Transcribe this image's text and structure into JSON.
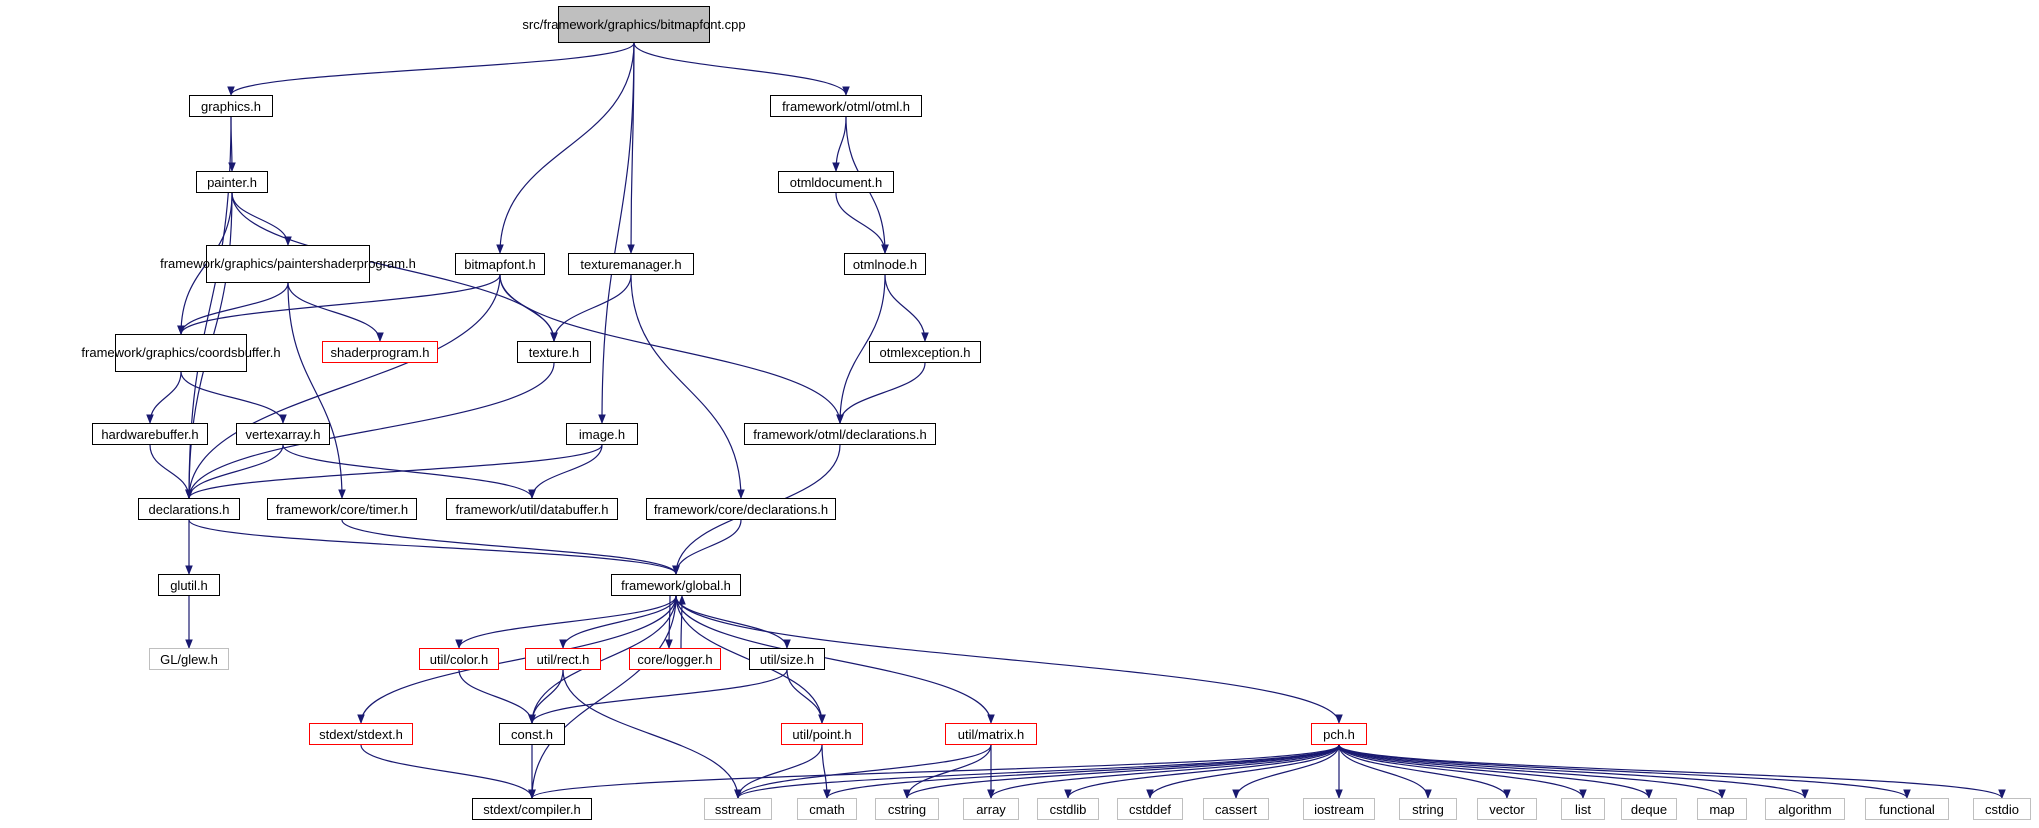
{
  "colors": {
    "edge": "#191970",
    "node_border": "#000000",
    "node_border_red": "#ff0000",
    "node_border_gray": "#bfbfbf",
    "root_fill": "#bfbfbf"
  },
  "nodes": {
    "root": "src/framework/graphics/bitmapfont.cpp",
    "graphics_h": "graphics.h",
    "otml_h": "framework/otml/otml.h",
    "painter_h": "painter.h",
    "otmldocument_h": "otmldocument.h",
    "paintershaderprogram_h": "framework/graphics/paintershaderprogram.h",
    "bitmapfont_h": "bitmapfont.h",
    "texturemanager_h": "texturemanager.h",
    "otmlnode_h": "otmlnode.h",
    "coordsbuffer_h": "framework/graphics/coordsbuffer.h",
    "shaderprogram_h": "shaderprogram.h",
    "texture_h": "texture.h",
    "otmlexception_h": "otmlexception.h",
    "hardwarebuffer_h": "hardwarebuffer.h",
    "vertexarray_h": "vertexarray.h",
    "image_h": "image.h",
    "otml_declarations_h": "framework/otml/declarations.h",
    "declarations_h": "declarations.h",
    "timer_h": "framework/core/timer.h",
    "databuffer_h": "framework/util/databuffer.h",
    "core_declarations_h": "framework/core/declarations.h",
    "glutil_h": "glutil.h",
    "global_h": "framework/global.h",
    "glew_h": "GL/glew.h",
    "color_h": "util/color.h",
    "rect_h": "util/rect.h",
    "logger_h": "core/logger.h",
    "size_h": "util/size.h",
    "stdext_h": "stdext/stdext.h",
    "const_h": "const.h",
    "point_h": "util/point.h",
    "matrix_h": "util/matrix.h",
    "pch_h": "pch.h",
    "compiler_h": "stdext/compiler.h",
    "sstream": "sstream",
    "cmath": "cmath",
    "cstring": "cstring",
    "array": "array",
    "cstdlib": "cstdlib",
    "cstddef": "cstddef",
    "cassert": "cassert",
    "iostream": "iostream",
    "string": "string",
    "vector": "vector",
    "list": "list",
    "deque": "deque",
    "map": "map",
    "algorithm": "algorithm",
    "functional": "functional",
    "cstdio": "cstdio"
  },
  "edges": [
    [
      "root",
      "graphics_h"
    ],
    [
      "root",
      "otml_h"
    ],
    [
      "root",
      "bitmapfont_h"
    ],
    [
      "root",
      "texturemanager_h"
    ],
    [
      "root",
      "image_h"
    ],
    [
      "graphics_h",
      "painter_h"
    ],
    [
      "graphics_h",
      "declarations_h"
    ],
    [
      "otml_h",
      "otmldocument_h"
    ],
    [
      "otml_h",
      "otmlnode_h"
    ],
    [
      "otmldocument_h",
      "otmlnode_h"
    ],
    [
      "painter_h",
      "paintershaderprogram_h"
    ],
    [
      "painter_h",
      "coordsbuffer_h"
    ],
    [
      "painter_h",
      "texture_h"
    ],
    [
      "painter_h",
      "declarations_h"
    ],
    [
      "paintershaderprogram_h",
      "coordsbuffer_h"
    ],
    [
      "paintershaderprogram_h",
      "shaderprogram_h"
    ],
    [
      "paintershaderprogram_h",
      "timer_h"
    ],
    [
      "bitmapfont_h",
      "coordsbuffer_h"
    ],
    [
      "bitmapfont_h",
      "texture_h"
    ],
    [
      "bitmapfont_h",
      "otml_declarations_h"
    ],
    [
      "bitmapfont_h",
      "declarations_h"
    ],
    [
      "texturemanager_h",
      "texture_h"
    ],
    [
      "texturemanager_h",
      "core_declarations_h"
    ],
    [
      "otmlnode_h",
      "otmlexception_h"
    ],
    [
      "otmlnode_h",
      "otml_declarations_h"
    ],
    [
      "otmlexception_h",
      "otml_declarations_h"
    ],
    [
      "coordsbuffer_h",
      "hardwarebuffer_h"
    ],
    [
      "coordsbuffer_h",
      "vertexarray_h"
    ],
    [
      "texture_h",
      "declarations_h"
    ],
    [
      "hardwarebuffer_h",
      "declarations_h"
    ],
    [
      "vertexarray_h",
      "declarations_h"
    ],
    [
      "vertexarray_h",
      "databuffer_h"
    ],
    [
      "image_h",
      "declarations_h"
    ],
    [
      "image_h",
      "databuffer_h"
    ],
    [
      "otml_declarations_h",
      "global_h"
    ],
    [
      "declarations_h",
      "glutil_h"
    ],
    [
      "declarations_h",
      "global_h"
    ],
    [
      "timer_h",
      "global_h"
    ],
    [
      "core_declarations_h",
      "global_h"
    ],
    [
      "glutil_h",
      "glew_h"
    ],
    [
      "global_h",
      "color_h"
    ],
    [
      "global_h",
      "rect_h"
    ],
    [
      "global_h",
      "logger_h"
    ],
    [
      "global_h",
      "size_h"
    ],
    [
      "global_h",
      "stdext_h"
    ],
    [
      "global_h",
      "const_h"
    ],
    [
      "global_h",
      "point_h"
    ],
    [
      "global_h",
      "matrix_h"
    ],
    [
      "global_h",
      "pch_h"
    ],
    [
      "global_h",
      "compiler_h"
    ],
    [
      "logger_h",
      "global_h"
    ],
    [
      "color_h",
      "const_h"
    ],
    [
      "rect_h",
      "const_h"
    ],
    [
      "rect_h",
      "sstream"
    ],
    [
      "size_h",
      "const_h"
    ],
    [
      "size_h",
      "point_h"
    ],
    [
      "stdext_h",
      "compiler_h"
    ],
    [
      "const_h",
      "compiler_h"
    ],
    [
      "point_h",
      "sstream"
    ],
    [
      "point_h",
      "cmath"
    ],
    [
      "matrix_h",
      "sstream"
    ],
    [
      "matrix_h",
      "cstring"
    ],
    [
      "matrix_h",
      "array"
    ],
    [
      "pch_h",
      "sstream"
    ],
    [
      "pch_h",
      "cmath"
    ],
    [
      "pch_h",
      "cstring"
    ],
    [
      "pch_h",
      "array"
    ],
    [
      "pch_h",
      "cstdlib"
    ],
    [
      "pch_h",
      "cstddef"
    ],
    [
      "pch_h",
      "cassert"
    ],
    [
      "pch_h",
      "iostream"
    ],
    [
      "pch_h",
      "string"
    ],
    [
      "pch_h",
      "vector"
    ],
    [
      "pch_h",
      "list"
    ],
    [
      "pch_h",
      "deque"
    ],
    [
      "pch_h",
      "map"
    ],
    [
      "pch_h",
      "algorithm"
    ],
    [
      "pch_h",
      "functional"
    ],
    [
      "pch_h",
      "cstdio"
    ],
    [
      "pch_h",
      "compiler_h"
    ]
  ]
}
